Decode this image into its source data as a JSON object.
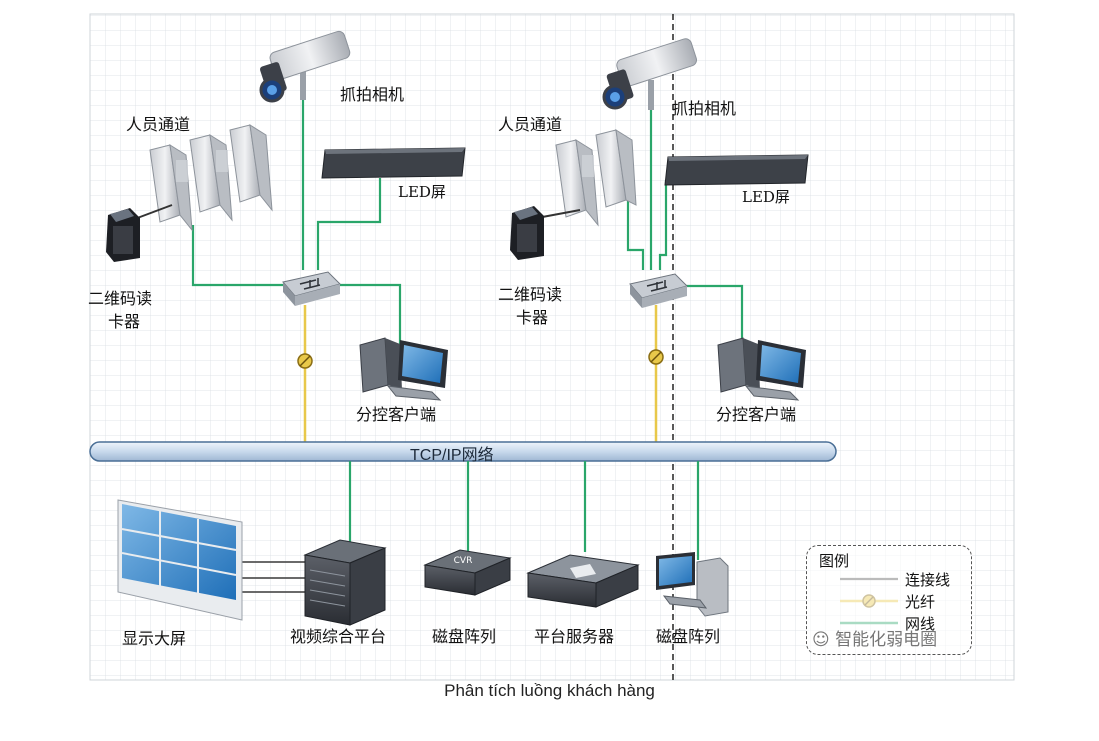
{
  "diagram": {
    "left_site": {
      "camera_label": "抓拍相机",
      "gate_label": "人员通道",
      "led_label": "LED屏",
      "qr_label_line1": "二维码读",
      "qr_label_line2": "卡器",
      "client_label": "分控客户端"
    },
    "right_site": {
      "camera_label": "抓拍相机",
      "gate_label": "人员通道",
      "led_label": "LED屏",
      "qr_label_line1": "二维码读",
      "qr_label_line2": "卡器",
      "client_label": "分控客户端"
    },
    "network_label": "TCP/IP网络",
    "bottom": {
      "display_label": "显示大屏",
      "video_platform_label": "视频综合平台",
      "cvr_text": "CVR",
      "disk_array_label": "磁盘阵列",
      "server_label": "平台服务器",
      "disk_array2_label": "磁盘阵列"
    },
    "legend": {
      "title": "图例",
      "items": [
        {
          "label": "连接线",
          "color": "#555555"
        },
        {
          "label": "光纤",
          "color": "#e8c84a"
        },
        {
          "label": "网线",
          "color": "#2aa66a"
        }
      ]
    },
    "watermark": "智能化弱电圈",
    "colors": {
      "network_cable": "#2aa66a",
      "fiber": "#e8c84a",
      "connector": "#555555",
      "bus": "#d6e4f2"
    }
  },
  "caption": "Phân tích luồng khách hàng"
}
